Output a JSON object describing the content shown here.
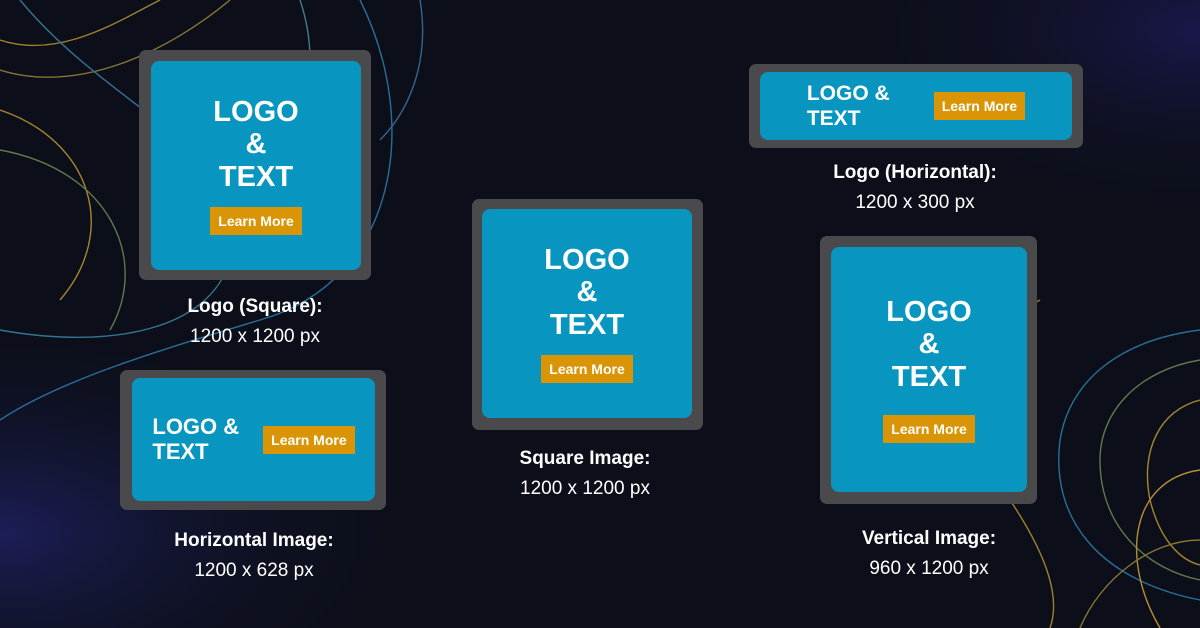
{
  "colors": {
    "background": "#0c0f1a",
    "frame": "#4a4a4d",
    "panel": "#0896c0",
    "button": "#d99506",
    "text": "#ffffff"
  },
  "cards": {
    "logo_square": {
      "logo_lines": [
        "LOGO",
        "&",
        "TEXT"
      ],
      "button": "Learn More",
      "title": "Logo (Square):",
      "size": "1200 x 1200 px"
    },
    "horizontal_image": {
      "logo_lines": [
        "LOGO &",
        "TEXT"
      ],
      "button": "Learn More",
      "title": "Horizontal Image:",
      "size": "1200 x 628 px"
    },
    "square_image": {
      "logo_lines": [
        "LOGO",
        "&",
        "TEXT"
      ],
      "button": "Learn More",
      "title": "Square Image:",
      "size": "1200 x 1200 px"
    },
    "logo_horizontal": {
      "logo_lines": [
        "LOGO &",
        "TEXT"
      ],
      "button": "Learn More",
      "title": "Logo (Horizontal):",
      "size": "1200 x 300 px"
    },
    "vertical_image": {
      "logo_lines": [
        "LOGO",
        "&",
        "TEXT"
      ],
      "button": "Learn More",
      "title": "Vertical Image:",
      "size": "960 x 1200 px"
    }
  }
}
